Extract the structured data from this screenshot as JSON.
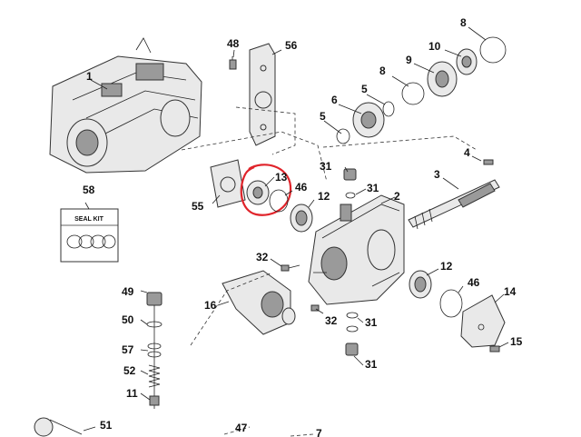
{
  "callouts": [
    {
      "id": "c1",
      "label": "1"
    },
    {
      "id": "c48",
      "label": "48"
    },
    {
      "id": "c56",
      "label": "56"
    },
    {
      "id": "c8a",
      "label": "8"
    },
    {
      "id": "c10",
      "label": "10"
    },
    {
      "id": "c9",
      "label": "9"
    },
    {
      "id": "c8b",
      "label": "8"
    },
    {
      "id": "c5a",
      "label": "5"
    },
    {
      "id": "c6",
      "label": "6"
    },
    {
      "id": "c5b",
      "label": "5"
    },
    {
      "id": "c4",
      "label": "4"
    },
    {
      "id": "c3",
      "label": "3"
    },
    {
      "id": "c58",
      "label": "58"
    },
    {
      "id": "c55",
      "label": "55"
    },
    {
      "id": "c13",
      "label": "13"
    },
    {
      "id": "c46a",
      "label": "46"
    },
    {
      "id": "c12a",
      "label": "12"
    },
    {
      "id": "c31a",
      "label": "31"
    },
    {
      "id": "c31b",
      "label": "31"
    },
    {
      "id": "c2",
      "label": "2"
    },
    {
      "id": "c32a",
      "label": "32"
    },
    {
      "id": "c12b",
      "label": "12"
    },
    {
      "id": "c46b",
      "label": "46"
    },
    {
      "id": "c14",
      "label": "14"
    },
    {
      "id": "c49",
      "label": "49"
    },
    {
      "id": "c16",
      "label": "16"
    },
    {
      "id": "c50",
      "label": "50"
    },
    {
      "id": "c32b",
      "label": "32"
    },
    {
      "id": "c31c",
      "label": "31"
    },
    {
      "id": "c57",
      "label": "57"
    },
    {
      "id": "c15",
      "label": "15"
    },
    {
      "id": "c31d",
      "label": "31"
    },
    {
      "id": "c52",
      "label": "52"
    },
    {
      "id": "c11",
      "label": "11"
    },
    {
      "id": "c51",
      "label": "51"
    },
    {
      "id": "c47",
      "label": "47"
    },
    {
      "id": "c7",
      "label": "7"
    }
  ],
  "seal_kit": {
    "label": "SEAL KIT"
  },
  "highlight": {
    "color": "#e0242b",
    "part": "13"
  }
}
